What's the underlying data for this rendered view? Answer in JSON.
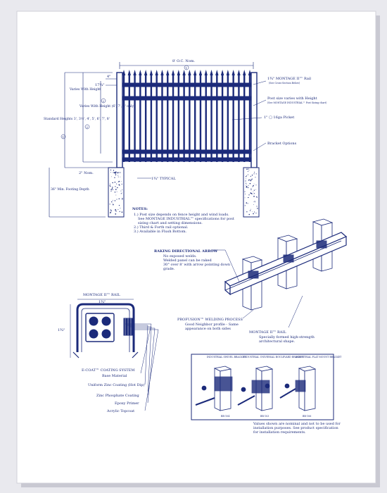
{
  "colors": {
    "ink": "#1b2a7a",
    "paper": "#ffffff",
    "frame": "#d5d5dc"
  },
  "elevation": {
    "top_dim": "8' O.C. Nom.",
    "top_ref": "1",
    "rail_label": "1¾\" MONTAGE II™ Rail",
    "rail_note": "(See Cross-Section Below)",
    "picket_spacing": "4\"",
    "seventeen": "17¼\"",
    "ref2a": "2",
    "ref2b": "2",
    "varies_height": "Varies With Height",
    "varies_height_2": "Varies With Height (6', 7', 8' only)",
    "standard_heights": "Standard Heights 3', 3½', 4', 5', 6', 7', 8'",
    "ref1b": "1",
    "post_size": "Post size varies with Height",
    "post_note": "(See MONTAGE INDUSTRIAL™ Post Sizing chart)",
    "picket": "1\" ▢ 16ga Picket",
    "bracket_options": "Bracket Options",
    "two_nom": "2\" Nom.",
    "typical": "1¾\" TYPICAL",
    "footing": "36\" Min. Footing Depth"
  },
  "notes": {
    "title": "NOTES:",
    "items": [
      "1.) Post size depends on fence height and wind loads.",
      "See MONTAGE INDUSTRIAL™ specifications for post",
      "sizing chart and setting dimensions.",
      "2.) Third & Forth rail optional.",
      "3.) Available in Flush Bottom."
    ]
  },
  "isometric": {
    "raking_title": "RAKING DIRECTIONAL ARROW",
    "raking_lines": [
      "No exposed welds.",
      "Welded panel can be raked",
      "30° over 8' with arrow pointing down",
      "grade."
    ],
    "welding_title": "PROFUSION™ WELDING PROCESS",
    "welding_lines": [
      "Good Neighbor profile - Same",
      "appearance on both sides"
    ],
    "rail_title": "MONTAGE II™ RAIL",
    "rail_lines": [
      "Specially formed high-strength",
      "architectural shape."
    ]
  },
  "section": {
    "title": "MONTAGE II™ RAIL",
    "width": "1¾\"",
    "height": "1¾\"",
    "coating_title": "E-COAT™ COATING SYSTEM",
    "layers": [
      "Base Material",
      "Uniform Zinc Coating (Hot Dip)",
      "Zinc Phosphate Coating",
      "Epoxy Primer",
      "Acrylic Topcoat"
    ]
  },
  "brackets": {
    "labels": [
      "INDUSTRIAL SWIVEL BRACKET",
      "INDUSTRIAL UNIVERSAL BOULEVARD BRACKET",
      "INDUSTRIAL FLAT MOUNT BRACKET"
    ],
    "codes": [
      "BR-104",
      "BR-103",
      "BR-106"
    ],
    "disclaimer": [
      "Values shown are nominal and not to be used for",
      "installation purposes. See product specification",
      "for installation requirements."
    ]
  }
}
